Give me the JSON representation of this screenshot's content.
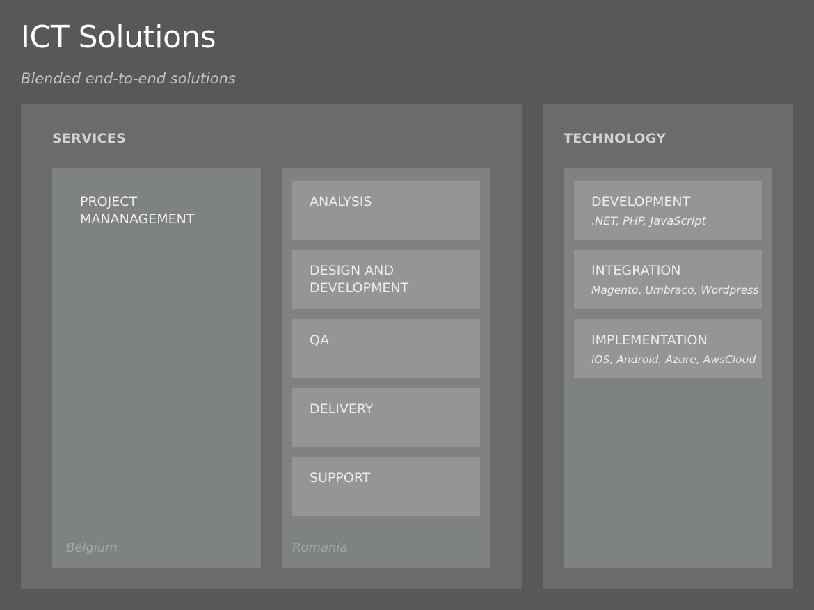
{
  "title": "ICT Solutions",
  "subtitle": "Blended end-to-end solutions",
  "services": {
    "heading": "SERVICES",
    "belgium": {
      "label": "PROJECT\nMANANAGEMENT",
      "location": "Belgium"
    },
    "romania": {
      "location": "Romania",
      "items": [
        {
          "label": "ANALYSIS"
        },
        {
          "label": "DESIGN AND\nDEVELOPMENT"
        },
        {
          "label": "QA"
        },
        {
          "label": "DELIVERY"
        },
        {
          "label": "SUPPORT"
        }
      ]
    }
  },
  "technology": {
    "heading": "TECHNOLOGY",
    "items": [
      {
        "label": "DEVELOPMENT",
        "detail": ".NET, PHP, JavaScript"
      },
      {
        "label": "INTEGRATION",
        "detail": "Magento, Umbraco, Wordpress"
      },
      {
        "label": "IMPLEMENTATION",
        "detail": "iOS, Android, Azure, AwsCloud"
      }
    ]
  }
}
